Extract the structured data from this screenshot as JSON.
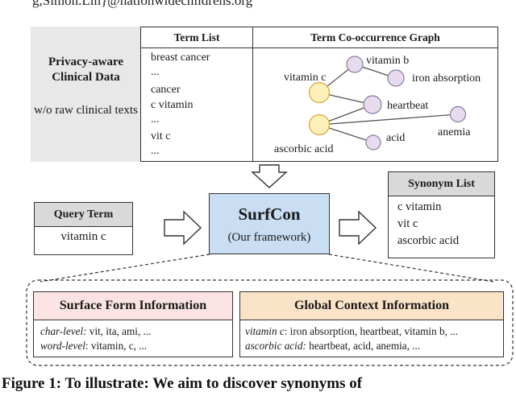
{
  "header_cut_text": "g,Simon.Lin}@nationwidechildrens.org",
  "privacy": {
    "title": "Privacy-aware Clinical Data",
    "subtitle": "w/o raw clinical texts"
  },
  "term_list": {
    "title": "Term List",
    "items": [
      "breast cancer",
      "...",
      "cancer",
      "c vitamin",
      "...",
      "vit c",
      "..."
    ]
  },
  "graph": {
    "title": "Term Co-occurrence Graph",
    "nodes": [
      {
        "id": "vitamin_c",
        "label": "vitamin c",
        "color": "#fdf0b8"
      },
      {
        "id": "ascorbic_acid",
        "label": "ascorbic acid",
        "color": "#fdf0b8"
      },
      {
        "id": "vitamin_b",
        "label": "vitamin b",
        "color": "#e6dcee"
      },
      {
        "id": "iron_absorption",
        "label": "iron absorption",
        "color": "#e6dcee"
      },
      {
        "id": "heartbeat",
        "label": "heartbeat",
        "color": "#e6dcee"
      },
      {
        "id": "acid",
        "label": "acid",
        "color": "#e6dcee"
      },
      {
        "id": "anemia",
        "label": "anemia",
        "color": "#e6dcee"
      }
    ]
  },
  "query": {
    "title": "Query Term",
    "value": "vitamin c"
  },
  "surfcon": {
    "name": "SurfCon",
    "subtitle": "(Our framework)",
    "color": "#c9ddf3"
  },
  "synonyms": {
    "title": "Synonym List",
    "items": [
      "c vitamin",
      "vit c",
      "ascorbic acid"
    ]
  },
  "surface_info": {
    "title": "Surface Form Information",
    "color": "#fbe3e3",
    "line1_key": "char-level:",
    "line1_val": " vit, ita, ami, ...",
    "line2_key": "word-level",
    "line2_val": ": vitamin, c, ..."
  },
  "global_info": {
    "title": "Global Context Information",
    "color": "#fbe3c8",
    "line1_key": "vitamin c",
    "line1_val": ": iron absorption, heartbeat, vitamin b, ...",
    "line2_key": "ascorbic acid:",
    "line2_val": "  heartbeat, acid, anemia, ..."
  },
  "caption_cut_text": "Figure 1: To illustrate: We aim to discover synonyms of"
}
